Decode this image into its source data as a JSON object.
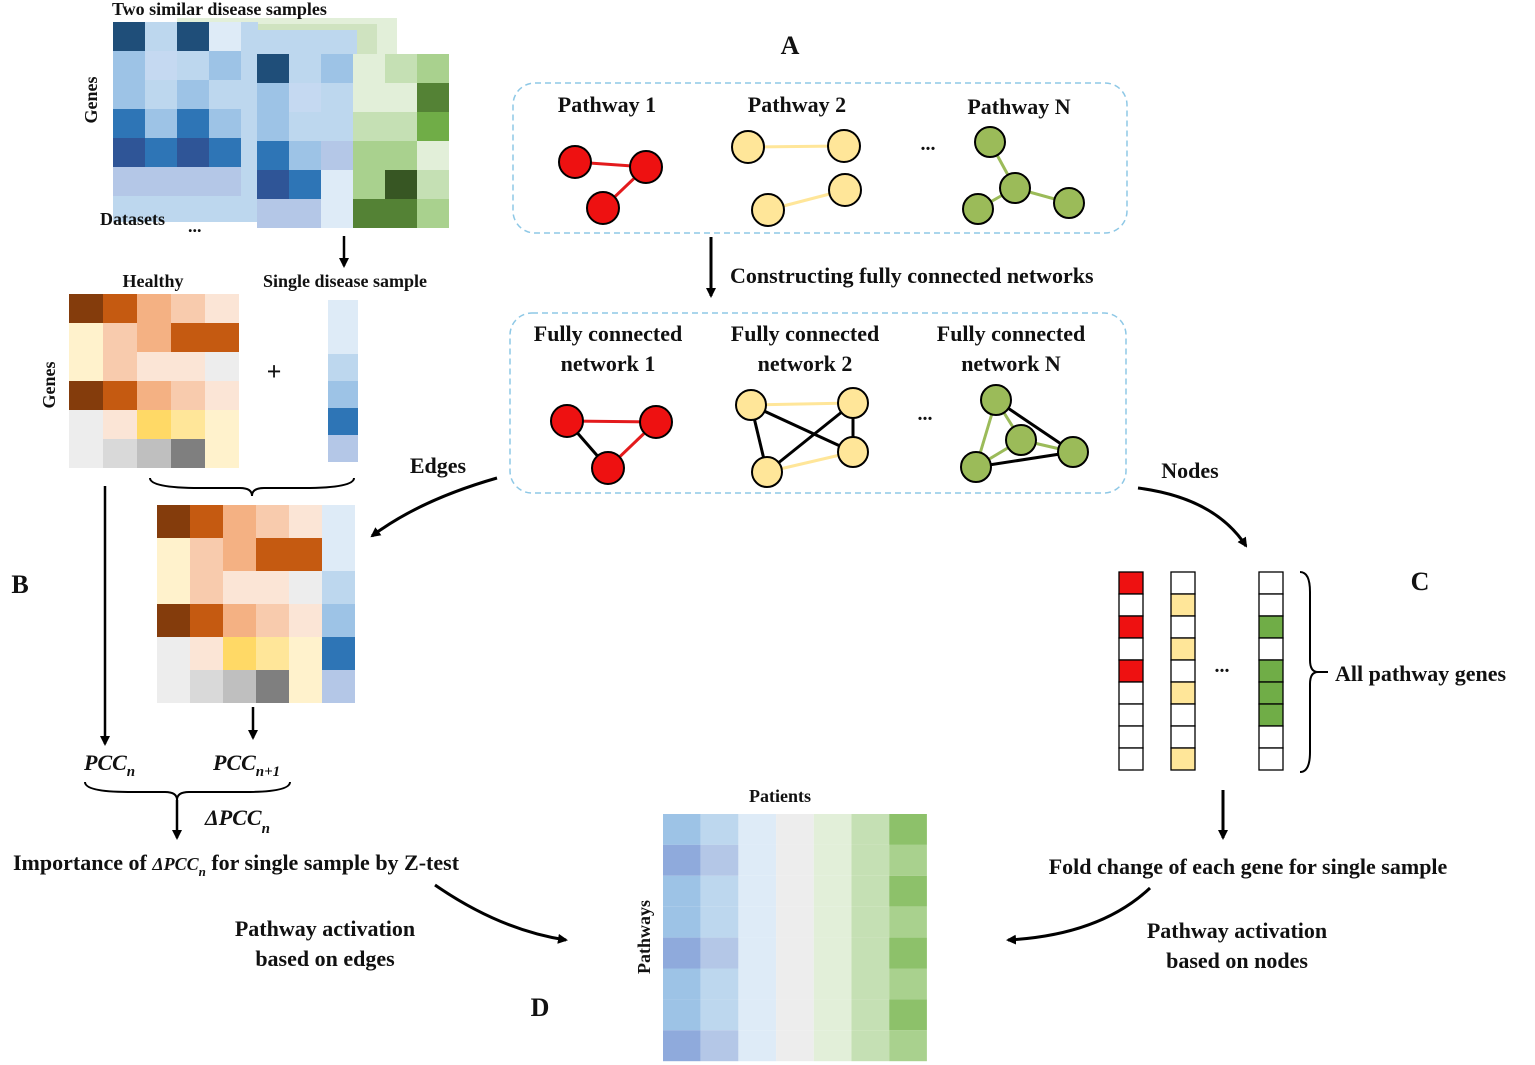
{
  "panels": {
    "a": "A",
    "b": "B",
    "c": "C",
    "d": "D"
  },
  "colors": {
    "blue_dark": "#1f4e79",
    "blue_mid": "#2e75b6",
    "blue_light": "#9dc3e6",
    "blue_pale": "#deebf7",
    "brown": "#843c0c",
    "orange": "#c55a11",
    "peach": "#f4b183",
    "cream": "#fff2cc",
    "gold": "#ffd966",
    "grey": "#7f7f7f",
    "red": "#ee1111",
    "yellow": "#ffe699",
    "green": "#9bbb59",
    "green_bright": "#70ad47",
    "green_dark": "#375623",
    "dashed_border": "#8ec8e6"
  },
  "top_left": {
    "title": "Two similar disease samples",
    "genes_label": "Genes",
    "datasets_label": "Datasets",
    "ellipsis": "..."
  },
  "left_middle": {
    "healthy_label": "Healthy",
    "single_sample_label": "Single disease sample",
    "genes_label": "Genes",
    "plus": "+"
  },
  "section_a": {
    "pathways": [
      {
        "label": "Pathway 1"
      },
      {
        "label": "Pathway 2"
      },
      {
        "label": "Pathway N"
      }
    ],
    "ellipsis": "...",
    "construct_label": "Constructing fully connected networks",
    "networks": [
      {
        "line1": "Fully connected",
        "line2": "network 1"
      },
      {
        "line1": "Fully connected",
        "line2": "network 2"
      },
      {
        "line1": "Fully connected",
        "line2": "network N"
      }
    ],
    "ellipsis2": "...",
    "edges_label": "Edges",
    "nodes_label": "Nodes"
  },
  "section_b": {
    "pcc_base": "PCC",
    "pcc_sub": "n",
    "pcc1_base": "PCC",
    "pcc1_sub": "n+1",
    "delta_base": "ΔPCC",
    "delta_sub": "n",
    "importance_pre": "Importance of ",
    "importance_base": "ΔPCC",
    "importance_sub": "n",
    "importance_post": " for single sample by Z-test",
    "activation_line1": "Pathway activation",
    "activation_line2": "based on edges"
  },
  "section_c": {
    "all_genes_label": "All pathway genes",
    "ellipsis": "...",
    "fold_change_label": "Fold change of each gene for single sample",
    "activation_line1": "Pathway activation",
    "activation_line2": "based on nodes"
  },
  "section_d": {
    "patients_label": "Patients",
    "pathways_label": "Pathways"
  }
}
